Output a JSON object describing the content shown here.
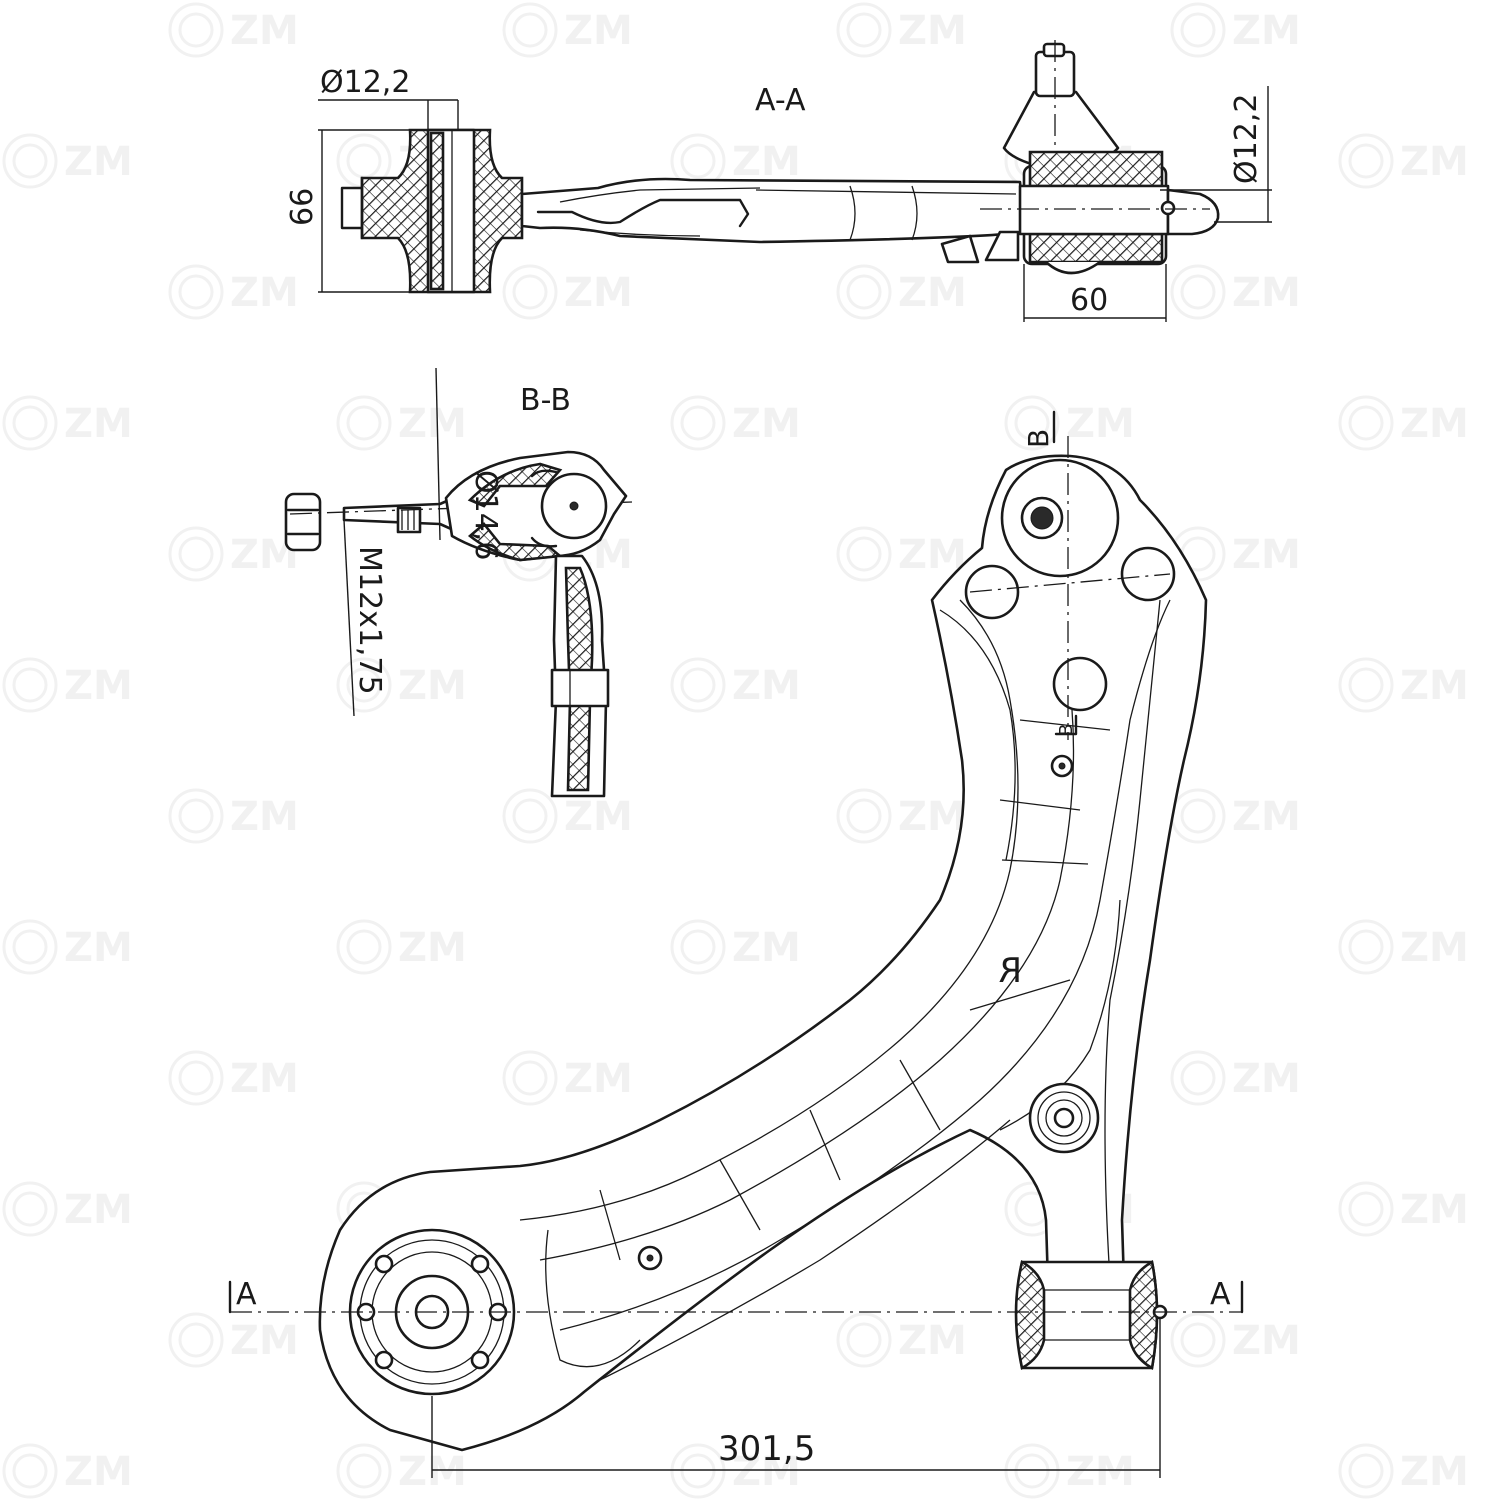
{
  "watermark": {
    "text": "ZM"
  },
  "sections": {
    "aa": {
      "title": "A-A"
    },
    "bb": {
      "title": "B-B"
    }
  },
  "dimensions": {
    "aa_left_bore": "Ø12,2",
    "aa_height": "66",
    "aa_right_bore": "Ø12,2",
    "aa_width": "60",
    "bb_stud": "Ø14,6",
    "bb_thread": "M12x1,75",
    "arm_span": "301,5"
  },
  "markers": {
    "a_left": "A",
    "a_right": "A",
    "b_top": "B",
    "b_inner": "B",
    "side": "R"
  }
}
